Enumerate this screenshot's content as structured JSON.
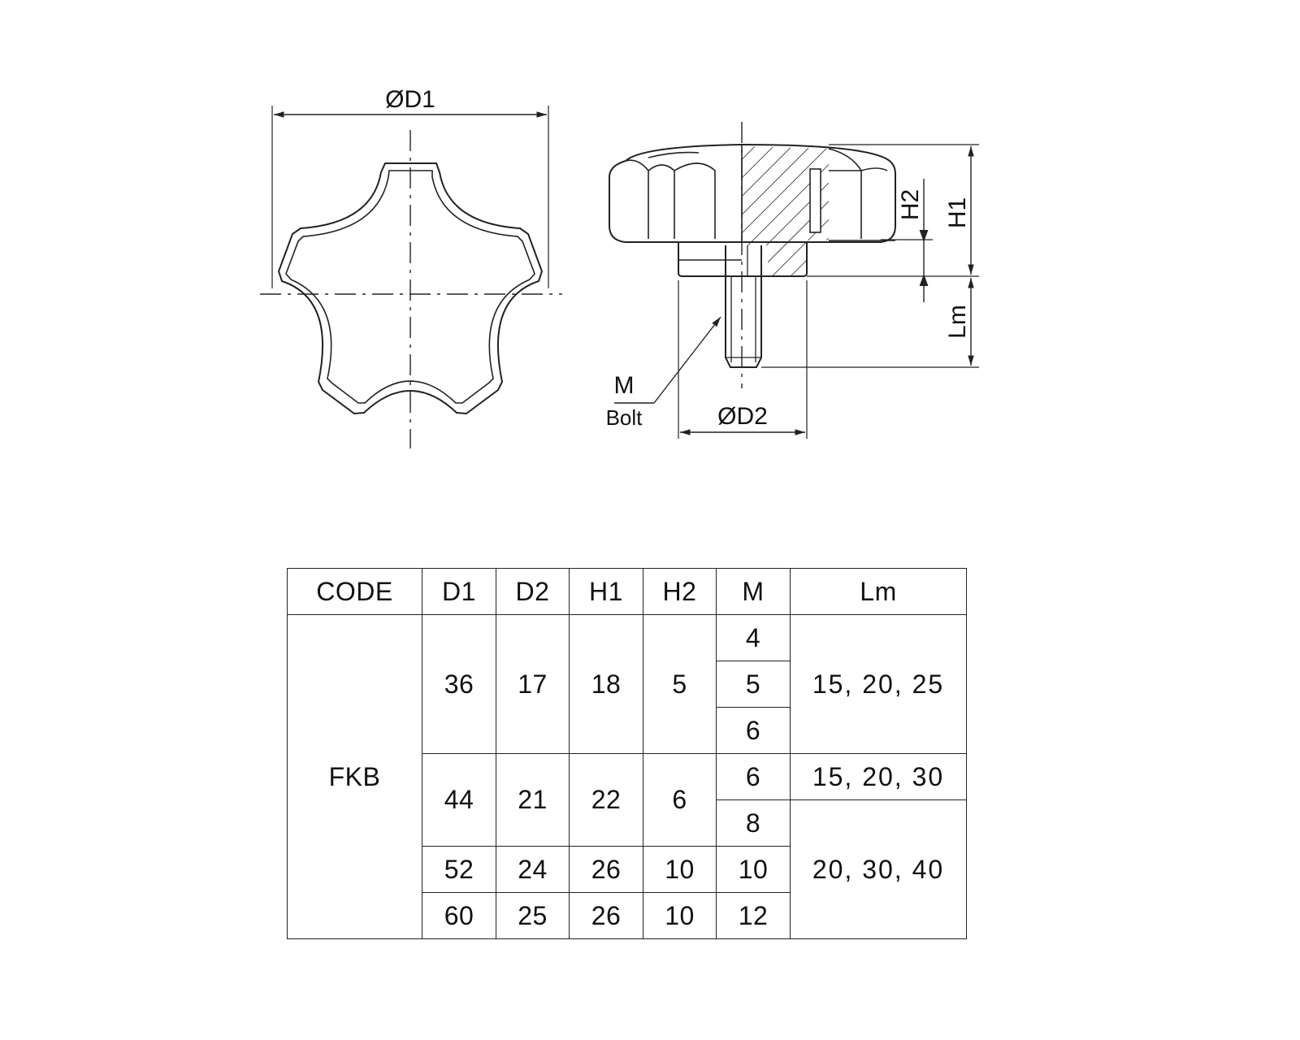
{
  "drawing": {
    "labels": {
      "d1": "ØD1",
      "d2": "ØD2",
      "h1": "H1",
      "h2": "H2",
      "lm": "Lm",
      "m": "M",
      "bolt": "Bolt"
    },
    "colors": {
      "line": "#222222",
      "background": "#ffffff"
    }
  },
  "table": {
    "headers": [
      "CODE",
      "D1",
      "D2",
      "H1",
      "H2",
      "M",
      "Lm"
    ],
    "code": "FKB",
    "rows": [
      {
        "d1": "36",
        "d2": "17",
        "h1": "18",
        "h2": "5",
        "m": [
          "4",
          "5",
          "6"
        ],
        "lm": "15, 20, 25"
      },
      {
        "d1": "44",
        "d2": "21",
        "h1": "22",
        "h2": "6",
        "m": [
          "6",
          "8"
        ],
        "lm": "15, 20, 30"
      },
      {
        "d1": "52",
        "d2": "24",
        "h1": "26",
        "h2": "10",
        "m": [
          "10"
        ]
      },
      {
        "d1": "60",
        "d2": "25",
        "h1": "26",
        "h2": "10",
        "m": [
          "12"
        ]
      }
    ],
    "lm_shared": "20, 30, 40"
  }
}
